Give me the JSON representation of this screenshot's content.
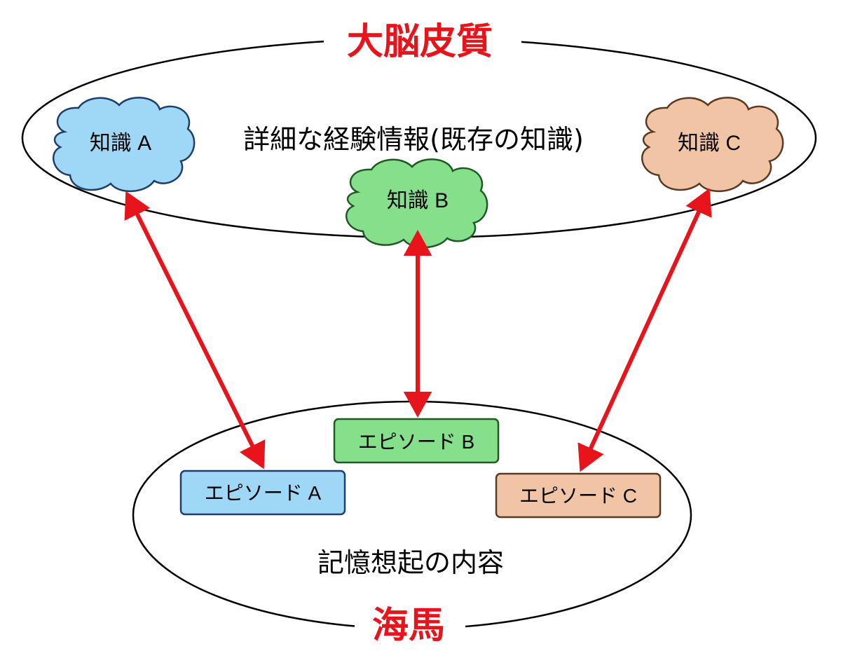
{
  "cortex": {
    "title": "大脳皮質",
    "caption": "詳細な経験情報(既存の知識)",
    "title_color": "#e8141b"
  },
  "hippocampus": {
    "title": "海馬",
    "caption": "記憶想起の内容",
    "title_color": "#e8141b"
  },
  "knowledge": [
    {
      "label": "知識 A",
      "fill": "#9fd7f6"
    },
    {
      "label": "知識 B",
      "fill": "#86df8a"
    },
    {
      "label": "知識 C",
      "fill": "#f2c4a6"
    }
  ],
  "episodes": [
    {
      "label": "エピソード A",
      "fill": "#9fd7f6"
    },
    {
      "label": "エピソード B",
      "fill": "#86df8a"
    },
    {
      "label": "エピソード C",
      "fill": "#f2c4a6"
    }
  ],
  "arrow_color": "#e8141b"
}
